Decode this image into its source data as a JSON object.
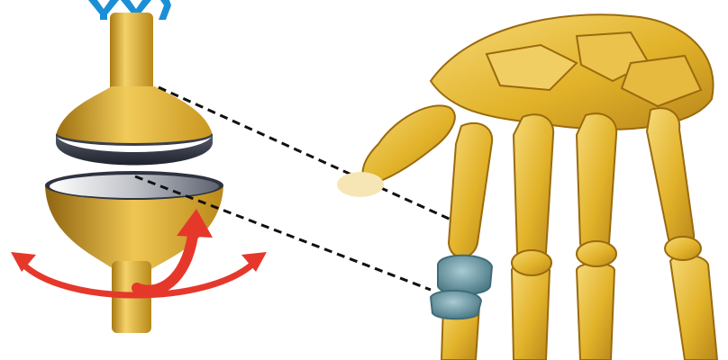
{
  "title": "",
  "colors": {
    "bone": "#E2B32A",
    "bone_light": "#F4D36A",
    "bone_dark": "#A97A12",
    "joint": "#7FA8B3",
    "joint_dark": "#4E7C88",
    "arrow": "#E5382B",
    "metal": "#2F3340",
    "title_blue": "#1B8FD6",
    "dashed_line": "#111111"
  },
  "icons": {
    "model": "ball-and-socket-joint-model",
    "hand": "hand-skeleton",
    "motion": "curved-arrows"
  }
}
